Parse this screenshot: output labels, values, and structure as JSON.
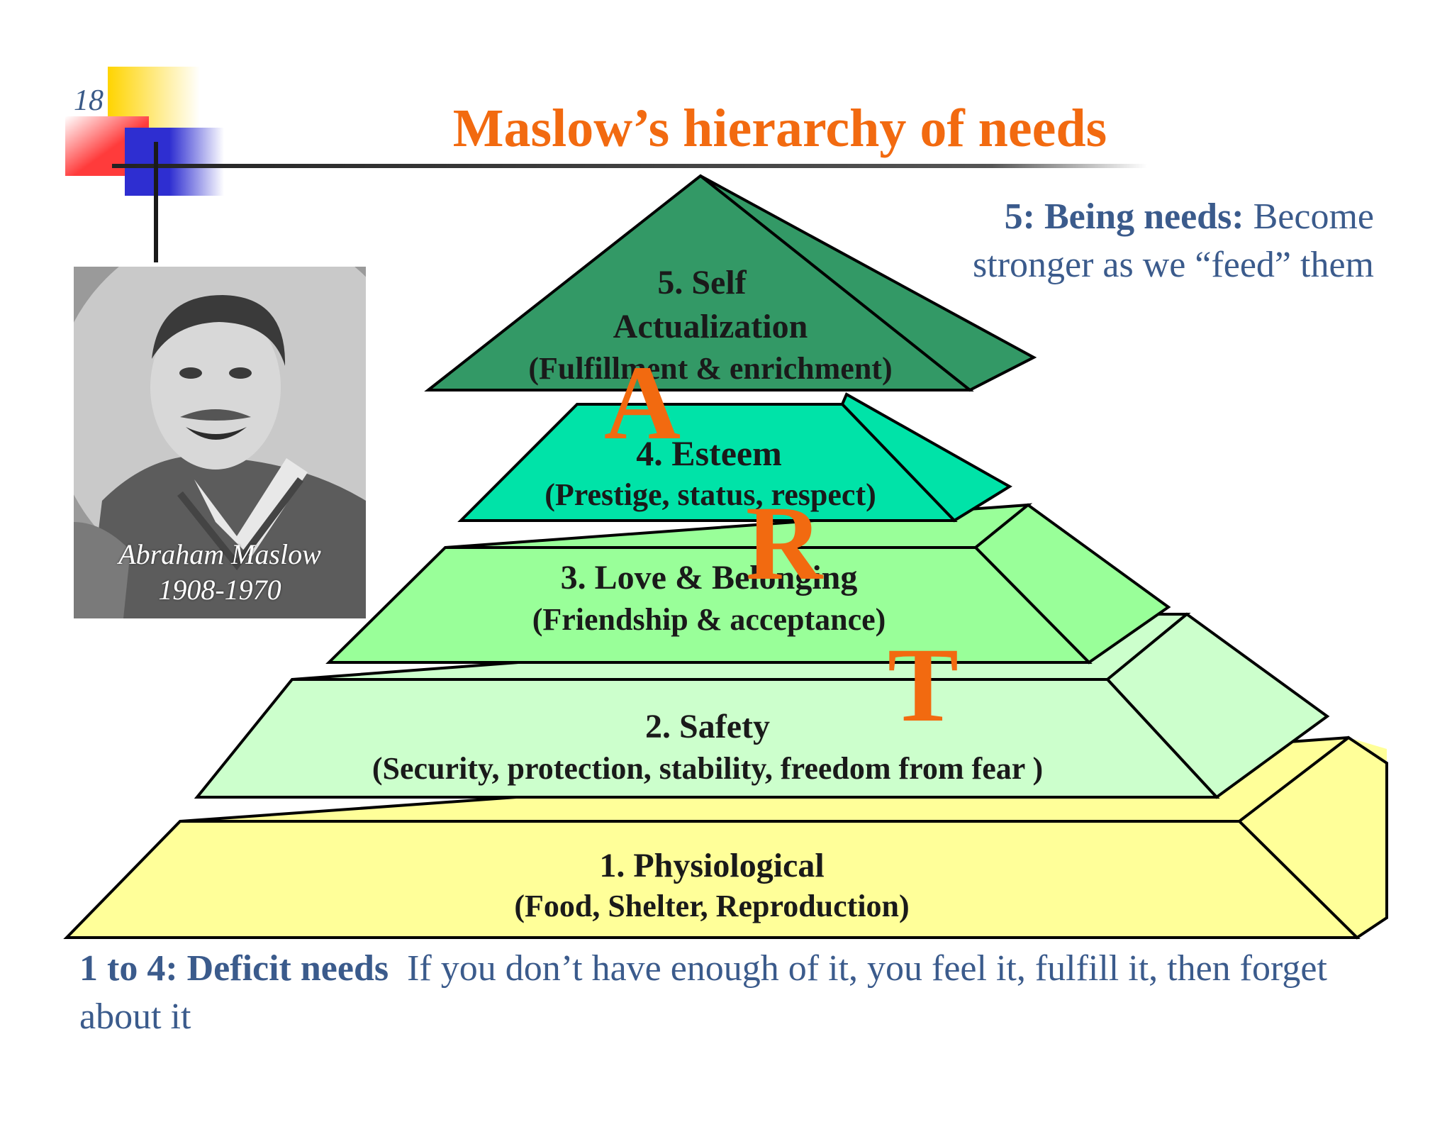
{
  "slide": {
    "number": "18",
    "title": "Maslow’s hierarchy of needs"
  },
  "photo": {
    "caption_name": "Abraham Maslow",
    "caption_years": "1908-1970"
  },
  "pyramid": {
    "levels": [
      {
        "label": "1. Physiological",
        "detail": "(Food, Shelter, Reproduction)",
        "color": "#FFFF99"
      },
      {
        "label": "2. Safety",
        "detail": "(Security, protection, stability, freedom from fear )",
        "color": "#CCFFCC"
      },
      {
        "label": "3. Love & Belonging",
        "detail": "(Friendship & acceptance)",
        "color": "#99FF99"
      },
      {
        "label": "4. Esteem",
        "detail": "(Prestige, status, respect)",
        "color": "#00E3A8"
      },
      {
        "label_line1": "5. Self",
        "label_line2": "Actualization",
        "detail": "(Fulfillment & enrichment)",
        "color": "#339966"
      }
    ],
    "overlay_letters": [
      "A",
      "R",
      "T"
    ],
    "overlay_color": "#F26A10"
  },
  "notes": {
    "being_heading": "5: Being needs:",
    "being_text_line1": "Become",
    "being_text_line2": "stronger as we “feed” them",
    "deficit_heading": "1 to 4: Deficit needs",
    "deficit_text": "If you don’t have enough of it, you feel it, fulfill it, then forget about it"
  },
  "colors": {
    "title": "#F26A10",
    "notes_text": "#3B5B8C",
    "deco_yellow": "#FFCC00",
    "deco_red": "#FF3B3B",
    "deco_blue": "#2E2ED1"
  }
}
